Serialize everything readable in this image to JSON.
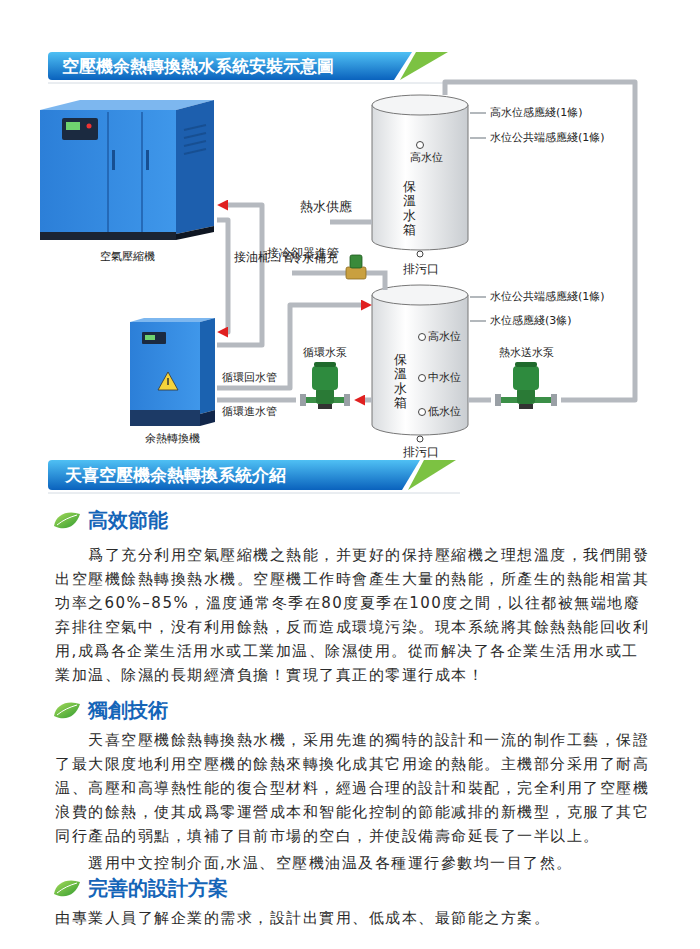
{
  "diagram": {
    "title": "空壓機余熱轉換熱水系統安裝示意圖",
    "nodes": [
      {
        "text": [
          "空氣壓縮機"
        ]
      },
      {
        "text": [
          "保溫水箱",
          "高水位",
          "排污口"
        ]
      },
      {
        "text": [
          "保溫水箱",
          "高水位",
          "中水位",
          "低水位",
          "排污口"
        ]
      },
      {
        "text": [
          "余熱轉換機"
        ]
      },
      {
        "text": [
          "循環水泵"
        ]
      },
      {
        "text": [
          "熱水送水泵"
        ]
      },
      {
        "text": [
          "天喜空壓機余熱轉換系統介紹"
        ]
      }
    ],
    "edges": [
      {
        "from": 0,
        "to": 3,
        "label": "接油桶出管",
        "arrow": "to"
      },
      {
        "from": 3,
        "to": 0,
        "label": "接冷卻器進管",
        "arrow": "to"
      },
      {
        "from": 3,
        "to": 2,
        "label": "循環回水管",
        "arrow": "to"
      },
      {
        "from": 2,
        "to": 4,
        "arrow": "to"
      },
      {
        "from": 4,
        "to": 3,
        "label": "循環進水管",
        "arrow": "none"
      },
      {
        "from": 2,
        "to": 5,
        "arrow": "none"
      },
      {
        "from": 5,
        "to": 1,
        "arrow": "none"
      }
    ],
    "labels": [
      "熱水供應",
      "冷水補充",
      "高水位感應綫(1條)",
      "水位公共端感應綫(1條)",
      "水位公共端感應綫(1條)",
      "水位感應綫(3條)",
      "高效節能",
      "爲了充分利用空氣壓縮機之熱能，并更好的保持壓縮機之理想溫度，我們開發出空壓機餘熱轉換熱水機。空壓機工作時會產生大量的熱能，所產生的熱能相當其功率之60%–85%，溫度通常冬季在80度夏季在100度之間，以往都被無端地廢弃排往空氣中，没有利用餘熱，反而造成環境污染。現本系統將其餘熱熱能回收利用,成爲各企業生活用水或工業加温、除濕使用。從而解决了各企業生活用水或工業加温、除濕的長期經濟負擔！實現了真正的零運行成本！",
      "獨創技術",
      "天喜空壓機餘熱轉換熱水機，采用先進的獨特的設計和一流的制作工藝，保證了最大限度地利用空壓機的餘熱來轉換化成其它用途的熱能。主機部分采用了耐高温、高壓和高導熱性能的復合型材料，經過合理的設計和裝配，完全利用了空壓機浪費的餘熱，使其成爲零運營成本和智能化控制的節能减排的新機型，克服了其它同行產品的弱點，填補了目前市場的空白，并使設備壽命延長了一半以上。",
      "選用中文控制介面,水温、空壓機油温及各種運行參數均一目了然。",
      "完善的設計方案",
      "由專業人員了解企業的需求，設計出實用、低成本、最節能之方案。"
    ]
  }
}
